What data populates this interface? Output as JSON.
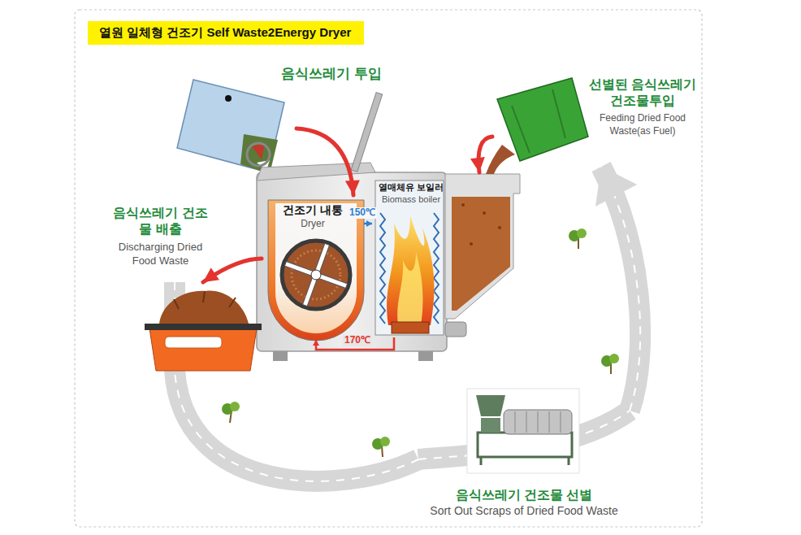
{
  "diagram": {
    "title": "열원 일체형 건조기 Self Waste2Energy Dryer",
    "nodes": [
      {
        "text": [
          "음식쓰레기 투입"
        ]
      },
      {
        "text": [
          "건조기 내통",
          "Dryer"
        ]
      },
      {
        "text": [
          "열매체유 보일러",
          "Biomass boiler"
        ]
      },
      {
        "text": [
          "음식쓰레기 건조물 배출",
          "Discharging Dried Food Waste"
        ]
      },
      {
        "text": [
          "음식쓰레기 건조물 선별",
          "Sort Out Scraps of Dried Food Waste"
        ]
      },
      {
        "text": [
          "선별된 음식쓰레기 건조물투입",
          "Feeding Dried Food Waste(as Fuel)"
        ]
      }
    ],
    "edges": [
      {
        "from": 0,
        "to": 1,
        "arrow": "to"
      },
      {
        "from": 1,
        "to": 3,
        "arrow": "to"
      },
      {
        "from": 3,
        "to": 4,
        "arrow": "none"
      },
      {
        "from": 4,
        "to": 5,
        "arrow": "to"
      },
      {
        "from": 5,
        "to": 2,
        "arrow": "to"
      },
      {
        "from": 2,
        "to": 1,
        "label": "170℃",
        "arrow": "to"
      },
      {
        "from": 1,
        "to": 2,
        "label": "150℃",
        "arrow": "to"
      }
    ]
  }
}
